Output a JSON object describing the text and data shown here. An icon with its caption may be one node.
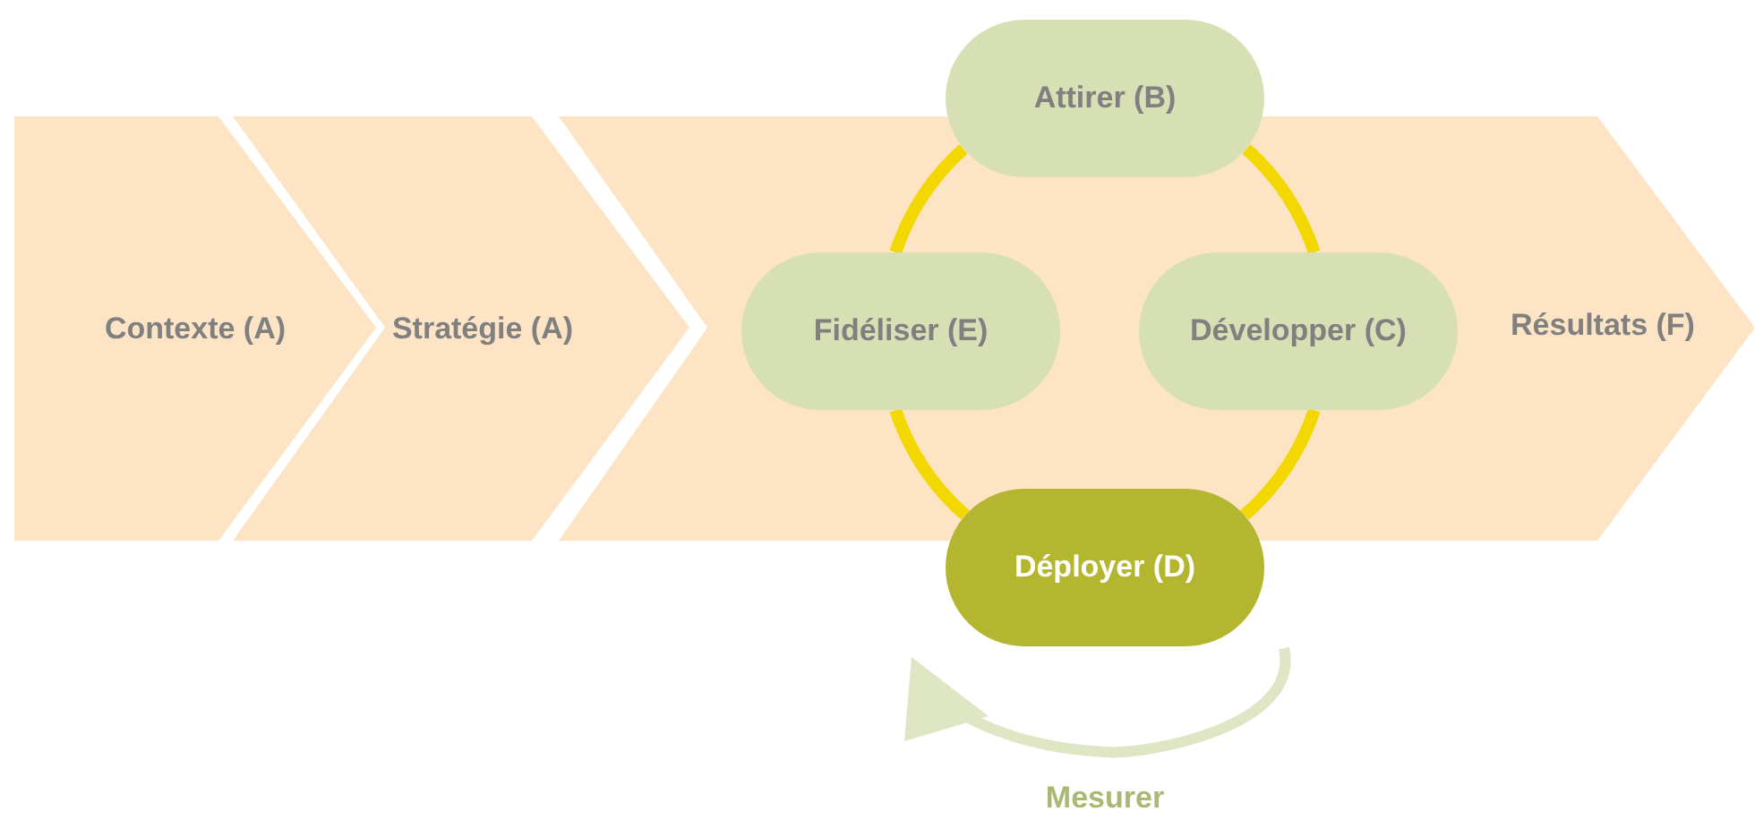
{
  "diagram": {
    "nodes": [
      {
        "text": [
          "Contexte (A)"
        ]
      },
      {
        "text": [
          "Stratégie (A)"
        ]
      },
      {
        "text": [
          "Attirer (B)"
        ]
      },
      {
        "text": [
          "Fidéliser (E)"
        ],
        "in": 5
      },
      {
        "text": [
          "Développer (C)"
        ],
        "in": 5
      },
      {
        "text": [
          "Résultats (F)"
        ]
      },
      {
        "text": [
          "Déployer (D)"
        ]
      }
    ],
    "edges": [
      {
        "from": 2,
        "to": 4,
        "arrow": "none"
      },
      {
        "from": 4,
        "to": 6,
        "arrow": "none"
      },
      {
        "from": 6,
        "to": 3,
        "arrow": "none"
      },
      {
        "from": 3,
        "to": 2,
        "arrow": "none"
      }
    ],
    "labels": [
      "Mesurer"
    ]
  }
}
